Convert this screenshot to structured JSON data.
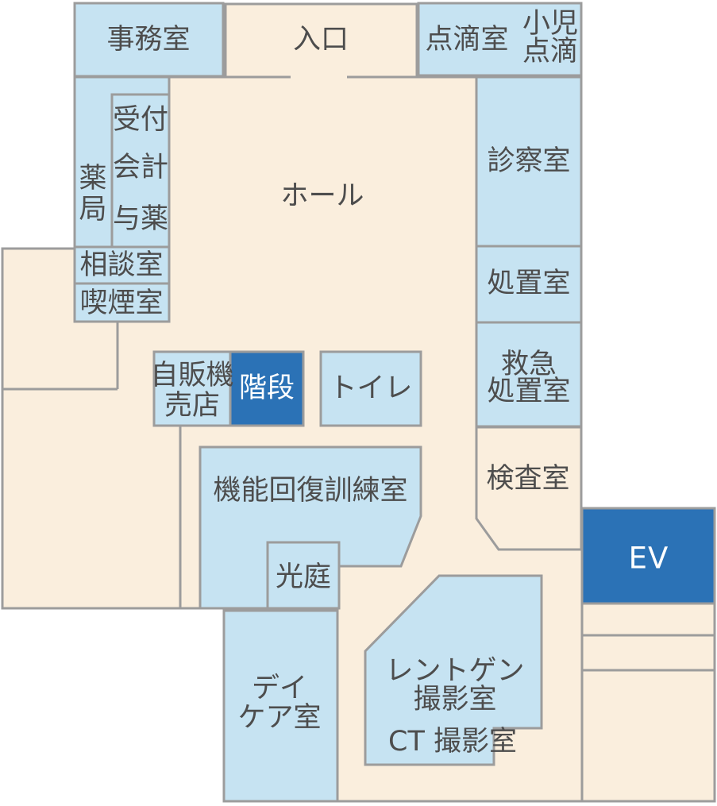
{
  "colors": {
    "room_blue": "#C6E3F2",
    "accent_blue": "#2B72B6",
    "floor_cream": "#FAEEDD",
    "wall_gray": "#9C9C9C",
    "text_dark": "#4D4D4D",
    "text_white": "#FFFFFF"
  },
  "floor_plan": {
    "rooms": {
      "office": "事務室",
      "entrance": "入口",
      "iv_room": "点滴室",
      "pediatric_iv": [
        "小児",
        "点滴"
      ],
      "pharmacy": [
        "薬",
        "局"
      ],
      "reception": [
        "受付",
        "会計",
        "与薬"
      ],
      "consultation": "相談室",
      "smoking": "喫煙室",
      "examination": "診察室",
      "hall": "ホール",
      "treatment": "処置室",
      "emergency": [
        "救急",
        "処置室"
      ],
      "vending": [
        "自販機",
        "売店"
      ],
      "stairs": "階段",
      "toilet": "トイレ",
      "laboratory": "検査室",
      "rehabilitation": "機能回復訓練室",
      "light_court": "光庭",
      "elevator": "EV",
      "day_care": [
        "デイ",
        "ケア室"
      ],
      "xray": [
        "レントゲン",
        "撮影室"
      ],
      "ct": "CT 撮影室"
    }
  }
}
